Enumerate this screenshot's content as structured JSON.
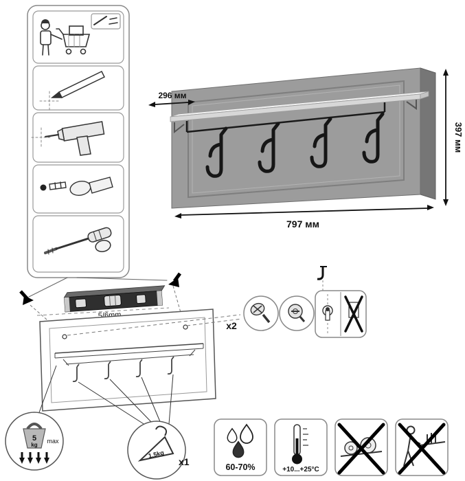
{
  "sheet": {
    "type": "assembly-installation-instructions",
    "language": "ru"
  },
  "dimensions": {
    "depth": "296 мм",
    "height": "397 мм",
    "width": "797 мм"
  },
  "installation": {
    "drill_size": "5/6mm",
    "fasteners_qty": "x2"
  },
  "limits": {
    "max_weight_value": "5",
    "max_weight_unit": "kg",
    "max_word": "max",
    "hanger_load": "1.5kg",
    "hanger_qty": "x1"
  },
  "conditions": {
    "humidity": "60-70%",
    "temperature": "+10...+25°C"
  },
  "icons": {
    "steps": [
      "unpack-shopping-icon",
      "pencil-marking-icon",
      "drill-icon",
      "dowel-hammer-icon",
      "screwdriver-icon"
    ],
    "warnings": [
      "humidity-icon",
      "temperature-icon",
      "no-heavy-load-icon",
      "no-leaning-icon"
    ],
    "colors": {
      "panel": "#9c9c9c",
      "panel_side": "#767676",
      "shelf": "#ececec",
      "hooks": "#161616"
    }
  }
}
